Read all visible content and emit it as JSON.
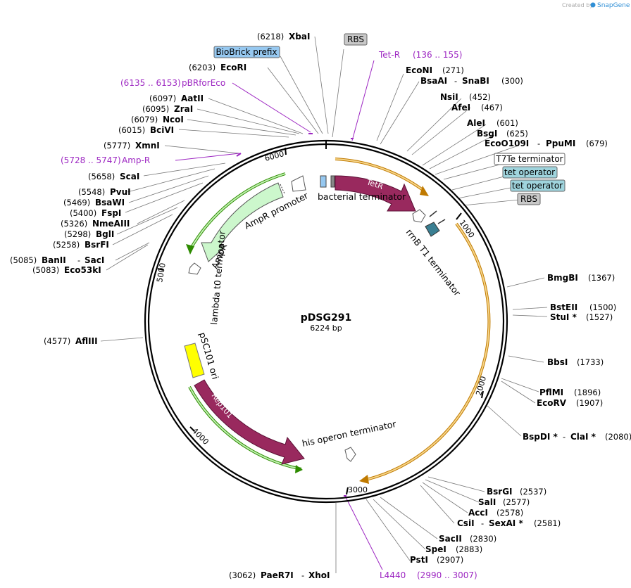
{
  "app": {
    "credit": "Created by",
    "brand": "SnapGene",
    "brand_color": "#2f8fd6"
  },
  "plasmid": {
    "name": "pDSG291",
    "size": "6224 bp"
  },
  "ticks": [
    "1000",
    "2000",
    "3000",
    "4000",
    "5000",
    "6000"
  ],
  "colors": {
    "backbone": "#000000",
    "promoter_fill": "#ccf7cc",
    "cds_fill": "#99295e",
    "ori_fill": "#ffff00",
    "amp_track": "#2e8b00",
    "tet_track": "#c07a00",
    "feature_purple": "#9d27c2",
    "operator_fill": "#9fd4dd",
    "rbs_fill": "#c8c8c8",
    "biobrick_fill": "#96c8f0"
  },
  "features": {
    "tetr": "TetR",
    "rep101": "Rep101",
    "ampr": "AmpR",
    "ampr_promoter": "AmpR promoter",
    "bacterial_terminator": "bacterial terminator",
    "rrnb": "rrnB T1 terminator",
    "lambda": "lambda t0 terminator",
    "psc101": "pSC101 ori",
    "his": "his operon terminator"
  },
  "boxed_labels": {
    "rbs_top": "RBS",
    "biobrick": "BioBrick prefix",
    "t7te": "T7Te terminator",
    "tet_op1": "tet operator",
    "tet_op2": "tet operator",
    "rbs_right": "RBS"
  },
  "purple_labels": {
    "tetr_pos": "(136 .. 155)",
    "tetr_name": "Tet-R",
    "pbr_pos": "(6135 .. 6153)",
    "pbr_name": "pBRforEco",
    "ampr_pos": "(5728 .. 5747)",
    "ampr_name": "Amp-R",
    "l4440_name": "L4440",
    "l4440_pos": "(2990 .. 3007)"
  },
  "enzymes": {
    "xbai": {
      "pos": "(6218)",
      "name": "XbaI"
    },
    "ecori": {
      "pos": "(6203)",
      "name": "EcoRI"
    },
    "aatii": {
      "pos": "(6097)",
      "name": "AatII"
    },
    "zrai": {
      "pos": "(6095)",
      "name": "ZraI"
    },
    "ncoi": {
      "pos": "(6079)",
      "name": "NcoI"
    },
    "bcivi": {
      "pos": "(6015)",
      "name": "BciVI"
    },
    "xmni": {
      "pos": "(5777)",
      "name": "XmnI"
    },
    "scai": {
      "pos": "(5658)",
      "name": "ScaI"
    },
    "pvui": {
      "pos": "(5548)",
      "name": "PvuI"
    },
    "bsawi": {
      "pos": "(5469)",
      "name": "BsaWI"
    },
    "fspi": {
      "pos": "(5400)",
      "name": "FspI"
    },
    "nmeaiii": {
      "pos": "(5326)",
      "name": "NmeAIII"
    },
    "bgli": {
      "pos": "(5298)",
      "name": "BglI"
    },
    "bsrfi": {
      "pos": "(5258)",
      "name": "BsrFI"
    },
    "banii": {
      "pos": "(5085)",
      "name": "BanII",
      "sep": "-",
      "name2": "SacI"
    },
    "eco53ki": {
      "pos": "(5083)",
      "name": "Eco53kI"
    },
    "aflii": {
      "pos": "(4577)",
      "name": "AflIII"
    },
    "paer7i": {
      "pos": "(3062)",
      "name": "PaeR7I",
      "sep": "-",
      "name2": "XhoI"
    },
    "econi": {
      "name": "EcoNI",
      "pos": "(271)"
    },
    "bsaai": {
      "name": "BsaAI",
      "sep": "-",
      "name2": "SnaBI",
      "pos": "(300)"
    },
    "nsii": {
      "name": "NsiI",
      "pos": "(452)"
    },
    "afei": {
      "name": "AfeI",
      "pos": "(467)"
    },
    "alei": {
      "name": "AleI",
      "pos": "(601)"
    },
    "bsgi": {
      "name": "BsgI",
      "pos": "(625)"
    },
    "ecoo109i": {
      "name": "EcoO109I",
      "sep": "-",
      "name2": "PpuMI",
      "pos": "(679)"
    },
    "bmgbi": {
      "name": "BmgBI",
      "pos": "(1367)"
    },
    "bsteii": {
      "name": "BstEII",
      "pos": "(1500)"
    },
    "stui": {
      "name": "StuI *",
      "pos": "(1527)"
    },
    "bbsi": {
      "name": "BbsI",
      "pos": "(1733)"
    },
    "pflmi": {
      "name": "PflMI",
      "pos": "(1896)"
    },
    "ecorv": {
      "name": "EcoRV",
      "pos": "(1907)"
    },
    "bspdi": {
      "name": "BspDI *",
      "sep": "-",
      "name2": "ClaI *",
      "pos": "(2080)"
    },
    "bsrgi": {
      "name": "BsrGI",
      "pos": "(2537)"
    },
    "sali": {
      "name": "SalI",
      "pos": "(2577)"
    },
    "acci": {
      "name": "AccI",
      "pos": "(2578)"
    },
    "csii": {
      "name": "CsiI",
      "sep": "-",
      "name2": "SexAI *",
      "pos": "(2581)"
    },
    "sacii": {
      "name": "SacII",
      "pos": "(2830)"
    },
    "spei": {
      "name": "SpeI",
      "pos": "(2883)"
    },
    "psti": {
      "name": "PstI",
      "pos": "(2907)"
    }
  }
}
